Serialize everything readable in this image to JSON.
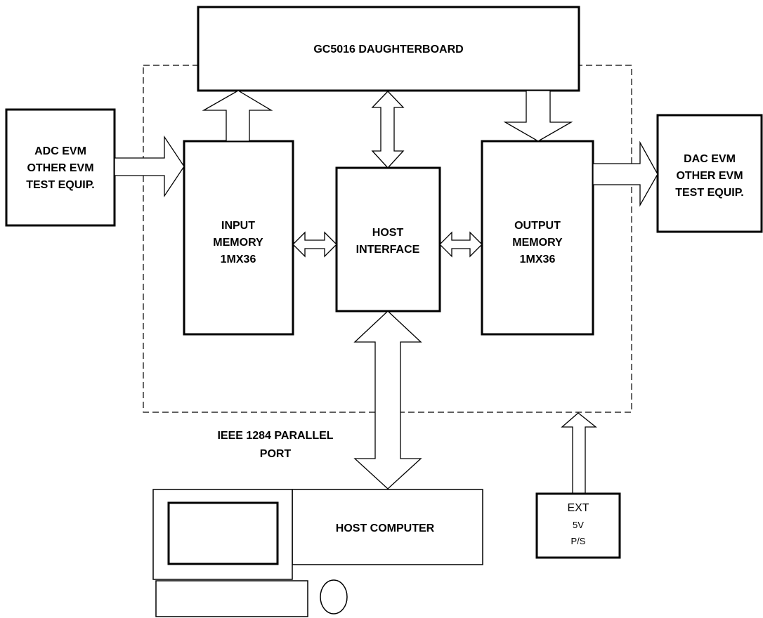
{
  "blocks": {
    "daughterboard": "GC5016 DAUGHTERBOARD",
    "adc": [
      "ADC EVM",
      "OTHER EVM",
      "TEST EQUIP."
    ],
    "dac": [
      "DAC EVM",
      "OTHER EVM",
      "TEST EQUIP."
    ],
    "input_memory": [
      "INPUT",
      "MEMORY",
      "1MX36"
    ],
    "host_interface": [
      "HOST",
      "INTERFACE"
    ],
    "output_memory": [
      "OUTPUT",
      "MEMORY",
      "1MX36"
    ],
    "host_computer": "HOST COMPUTER",
    "power_supply": [
      "EXT",
      "5V",
      "P/S"
    ]
  },
  "labels": {
    "parallel_port": [
      "IEEE 1284 PARALLEL",
      "PORT"
    ]
  }
}
